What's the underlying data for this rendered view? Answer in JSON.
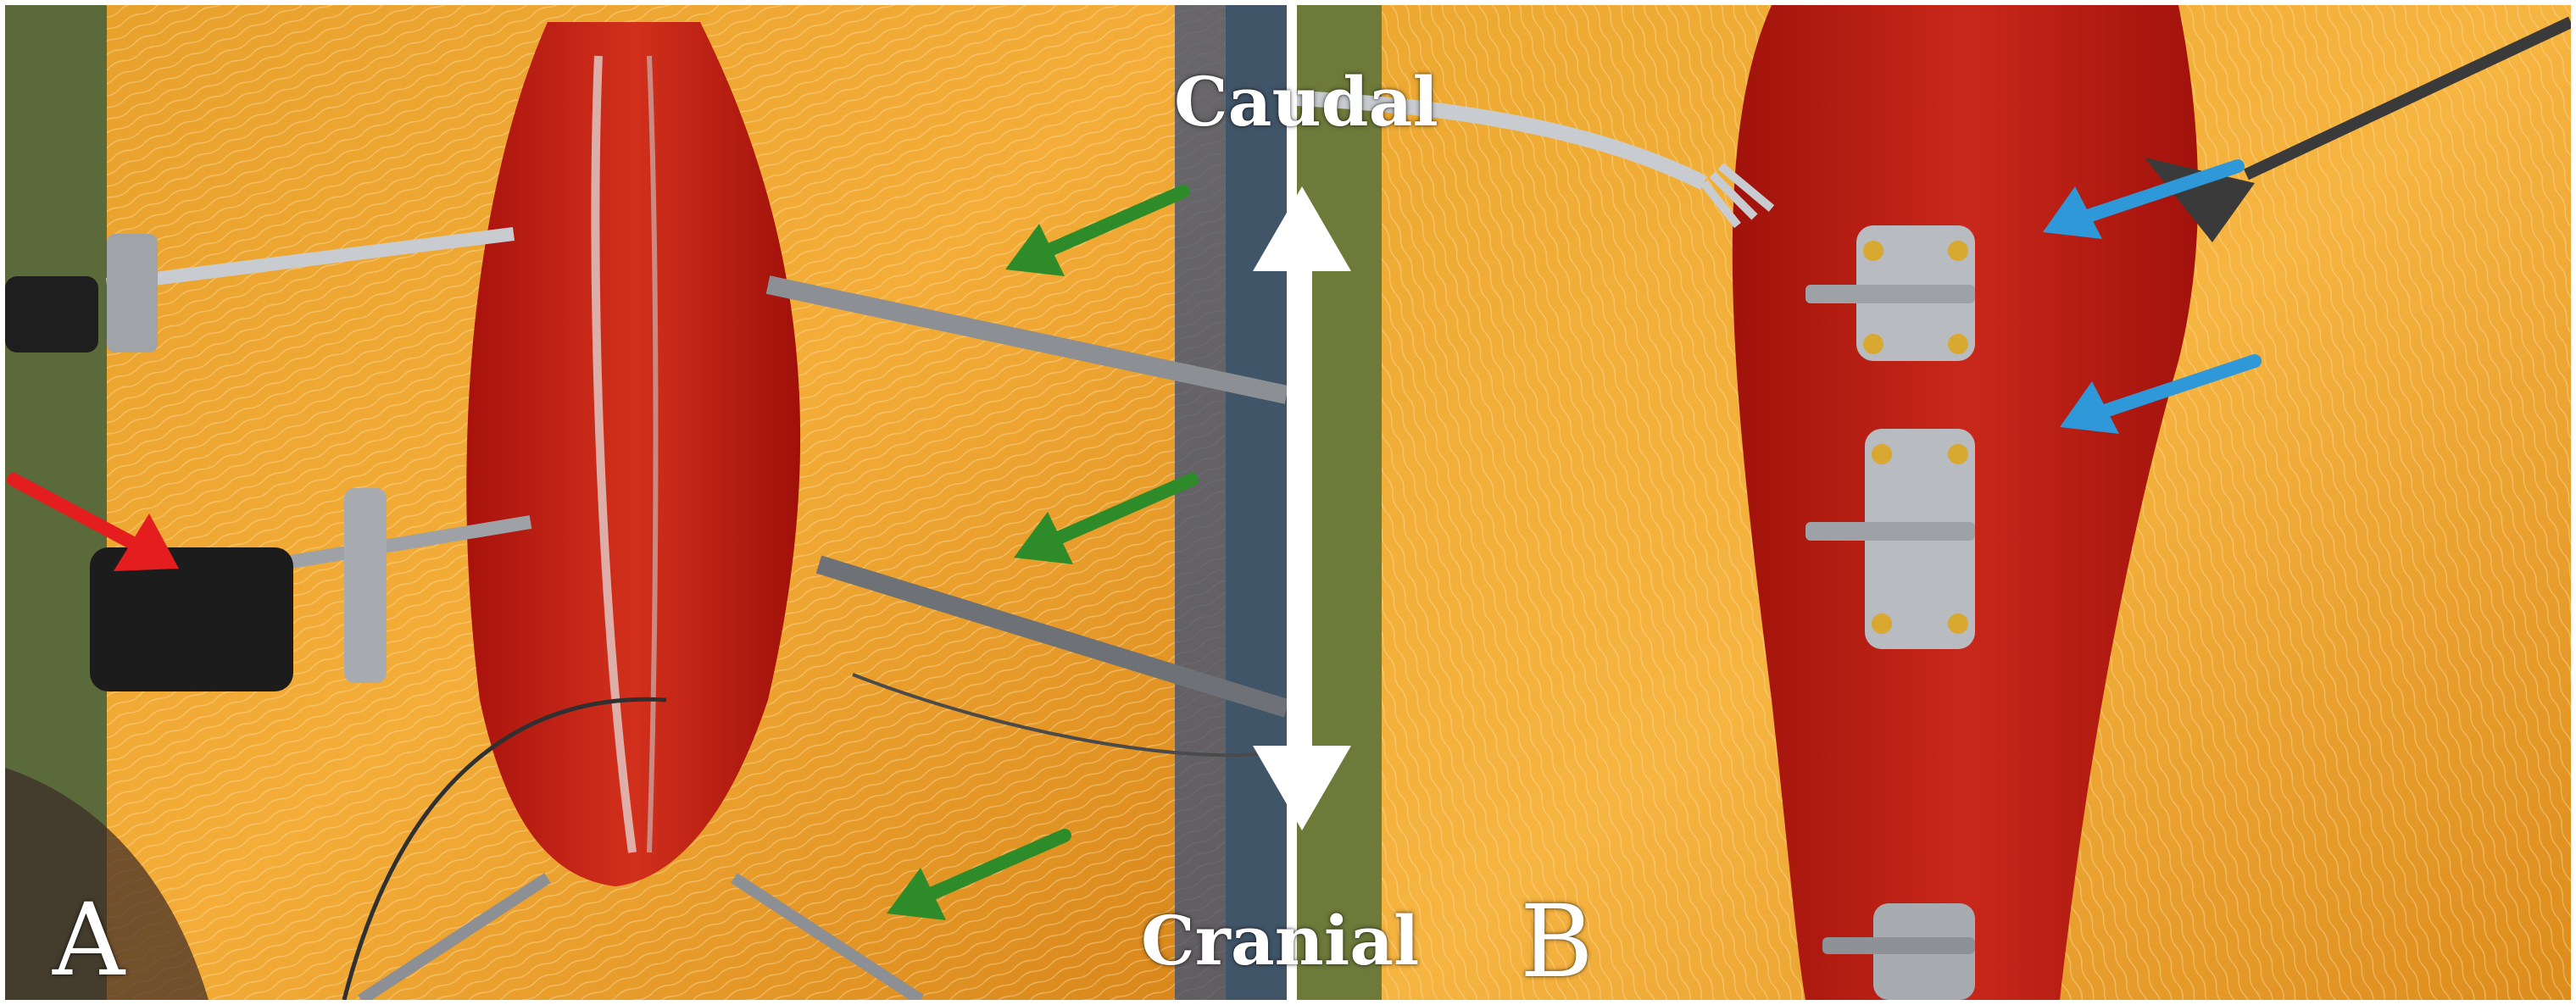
{
  "figure": {
    "panels": [
      {
        "letter": "A",
        "description_icons": [
          "retractor-blade-icon",
          "wire-icon",
          "surgical-clamp-icon"
        ]
      },
      {
        "letter": "B",
        "description_icons": [
          "fixation-plate-icon",
          "forceps-icon"
        ]
      }
    ],
    "orientation": {
      "top_label": "Caudal",
      "bottom_label": "Cranial"
    },
    "colors": {
      "arrow_red": "#e41e1e",
      "arrow_green": "#2e8b2a",
      "arrow_blue": "#2e98d8",
      "orientation_arrow": "#ffffff",
      "skin": "#f0a12a",
      "tissue": "#c21b10"
    }
  }
}
